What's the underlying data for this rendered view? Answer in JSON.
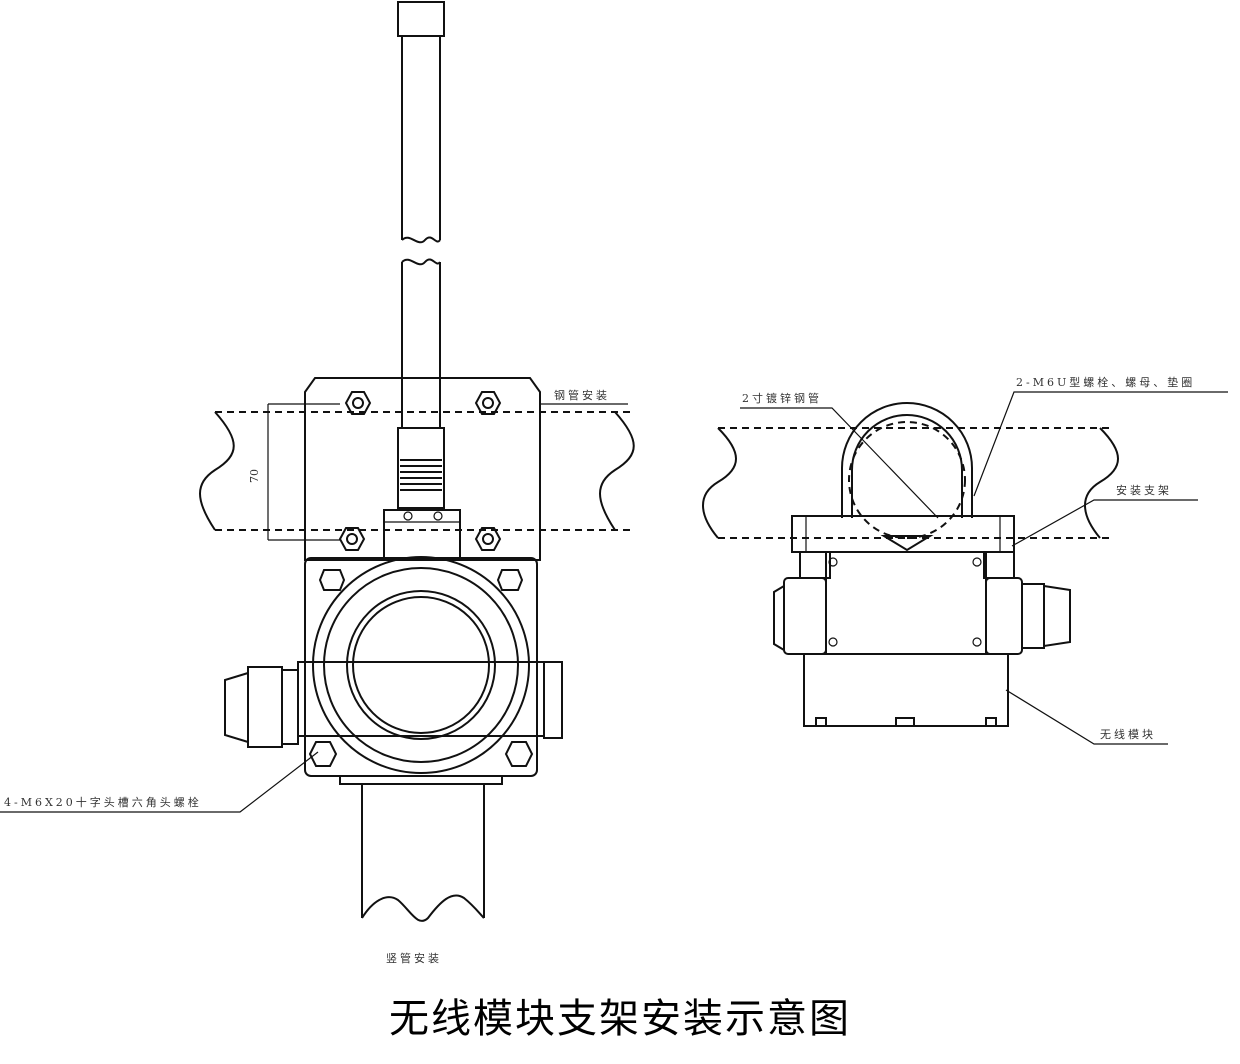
{
  "caption": "无线模块支架安装示意图",
  "labels": {
    "steel_pipe_install": "钢管安装",
    "dimension_70": "70",
    "bolt_spec": "4-M6X20十字头槽六角头螺栓",
    "vertical_pipe_install": "竖管安装",
    "clamp_pipe": "2寸镀锌钢管",
    "u_bolt_spec": "2-M6U型螺栓、螺母、垫圈",
    "install_bracket": "安装支架",
    "wireless_module": "无线模块"
  }
}
